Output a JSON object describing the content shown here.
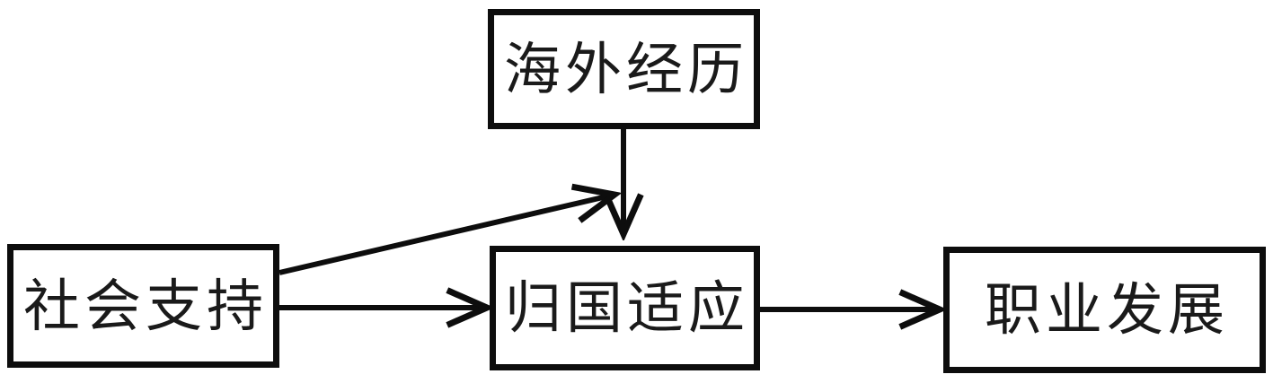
{
  "diagram": {
    "background_color": "#ffffff",
    "line_color": "#0d0d0d",
    "text_color": "#1a1a1a",
    "nodes": [
      {
        "id": "overseas-experience",
        "label": "海外经历"
      },
      {
        "id": "social-support",
        "label": "社会支持"
      },
      {
        "id": "repatriation-adaptation",
        "label": "归国适应"
      },
      {
        "id": "career-development",
        "label": "职业发展"
      }
    ],
    "edges": [
      {
        "from": "overseas-experience",
        "to": "repatriation-adaptation",
        "style": "solid-arrow",
        "direction": "down"
      },
      {
        "from": "social-support",
        "to": "arrow overseas-experience to repatriation-adaptation",
        "style": "solid-arrow",
        "direction": "up-right",
        "role": "moderation"
      },
      {
        "from": "social-support",
        "to": "repatriation-adaptation",
        "style": "solid-arrow",
        "direction": "right"
      },
      {
        "from": "repatriation-adaptation",
        "to": "career-development",
        "style": "solid-arrow",
        "direction": "right"
      }
    ]
  }
}
